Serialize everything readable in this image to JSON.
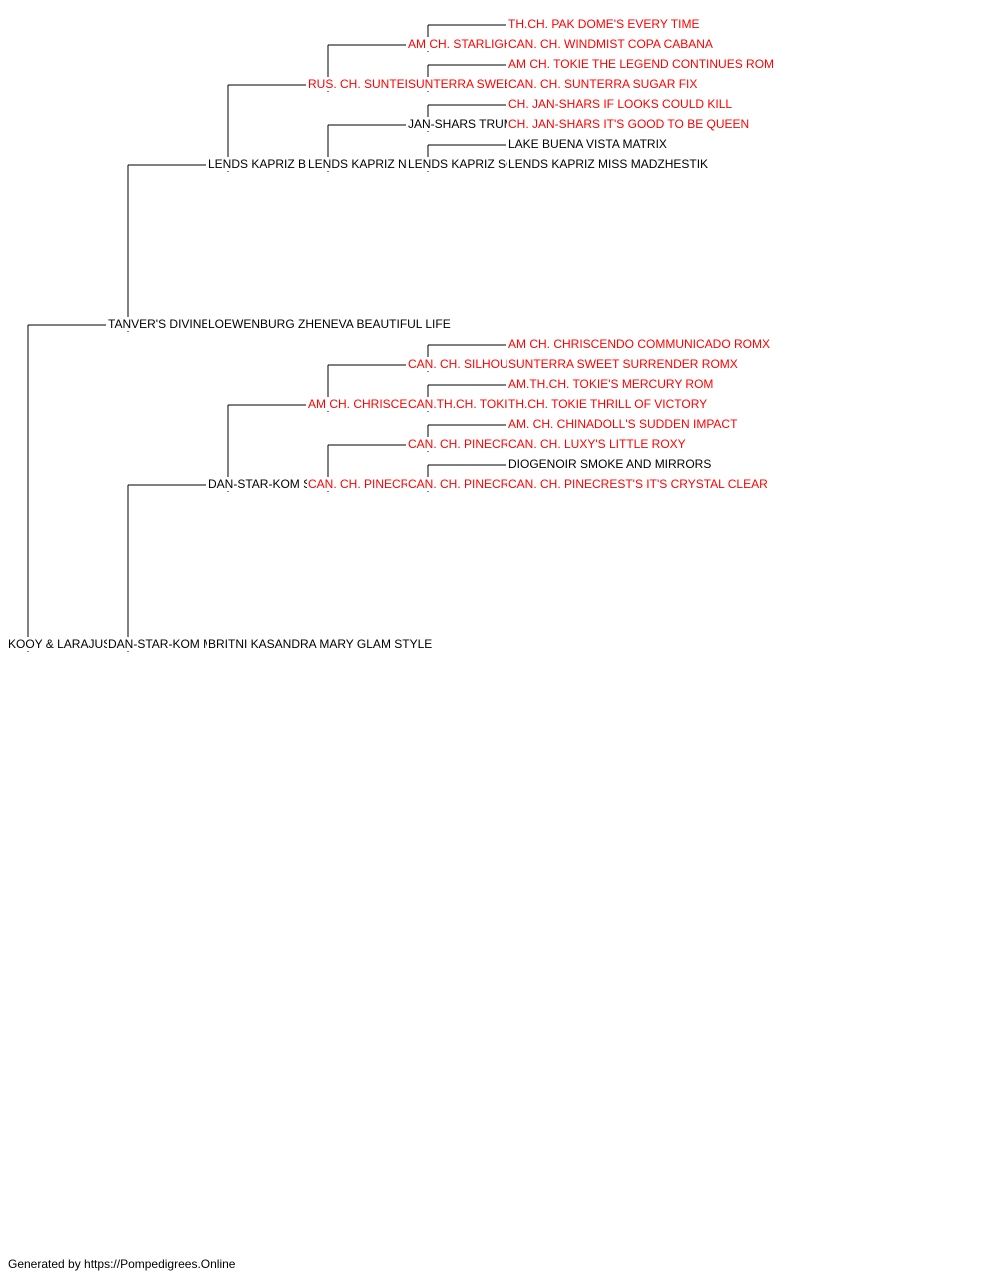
{
  "colors": {
    "titled": "#ff0000",
    "plain": "#000000",
    "line": "#000000"
  },
  "pedigree": {
    "name": "KOOY & LARAJUS ELEKTRA NINJA ASSASSIN",
    "titled": false,
    "sire": {
      "name": "TANVER'S DIVINE PROTECTION",
      "titled": false,
      "sire": {
        "name": "LENDS KAPRIZ BREND OF MY KENNEL",
        "titled": false,
        "sire": {
          "name": "RUS. CH. SUNTERRA SWEET DREAM",
          "titled": true,
          "sire": {
            "name": "AM CH. STARLIGHT'S FUN TIMES ROM",
            "titled": true,
            "sire": {
              "name": "TH.CH. PAK DOME'S EVERY TIME",
              "titled": true
            },
            "dam": {
              "name": "CAN. CH. WINDMIST COPA CABANA",
              "titled": true
            }
          },
          "dam": {
            "name": "SUNTERRA SWEET SURRENDER ROMX",
            "titled": true,
            "sire": {
              "name": "AM CH. TOKIE THE LEGEND CONTINUES ROM",
              "titled": true
            },
            "dam": {
              "name": "CAN. CH. SUNTERRA SUGAR FIX",
              "titled": true
            }
          }
        },
        "dam": {
          "name": "LENDS KAPRIZ NATALI",
          "titled": false,
          "sire": {
            "name": "JAN-SHARS TRUMP CARD",
            "titled": false,
            "sire": {
              "name": "CH. JAN-SHARS IF LOOKS COULD KILL",
              "titled": true
            },
            "dam": {
              "name": "CH. JAN-SHARS IT'S GOOD TO BE QUEEN",
              "titled": true
            }
          },
          "dam": {
            "name": "LENDS KAPRIZ SONATA",
            "titled": false,
            "sire": {
              "name": "LAKE BUENA VISTA MATRIX",
              "titled": false
            },
            "dam": {
              "name": "LENDS KAPRIZ MISS MADZHESTIK",
              "titled": false
            }
          }
        }
      },
      "dam": {
        "name": "LOEWENBURG ZHENEVA BEAUTIFUL LIFE",
        "titled": false
      }
    },
    "dam": {
      "name": "DAN-STAR-KOM MELANI STYLE LADY",
      "titled": false,
      "sire": {
        "name": "DAN-STAR-KOM SHARMING BEST BOY",
        "titled": false,
        "sire": {
          "name": "AM CH. CHRISCENDO CANDID SHOT",
          "titled": true,
          "sire": {
            "name": "CAN. CH. SILHOUETTE SAY IT RIGHT",
            "titled": true,
            "sire": {
              "name": "AM CH. CHRISCENDO COMMUNICADO ROMX",
              "titled": true
            },
            "dam": {
              "name": "SUNTERRA SWEET SURRENDER ROMX",
              "titled": true
            }
          },
          "dam": {
            "name": "CAN.TH.CH. TOKIE TAKE IT TO THE LIMIT",
            "titled": true,
            "sire": {
              "name": "AM.TH.CH. TOKIE'S MERCURY ROM",
              "titled": true
            },
            "dam": {
              "name": "TH.CH. TOKIE THRILL OF VICTORY",
              "titled": true
            }
          }
        },
        "dam": {
          "name": "CAN. CH. PINECREST'S LITTLE MISS SUNSHINE",
          "titled": true,
          "sire": {
            "name": "CAN. CH. PINECREST'S OSTENTACIOUS",
            "titled": true,
            "sire": {
              "name": "AM. CH. CHINADOLL'S SUDDEN IMPACT",
              "titled": true
            },
            "dam": {
              "name": "CAN. CH. LUXY'S LITTLE ROXY",
              "titled": true
            }
          },
          "dam": {
            "name": "CAN. CH. PINECREST'S SHIMMER",
            "titled": true,
            "sire": {
              "name": "DIOGENOIR SMOKE AND MIRRORS",
              "titled": false
            },
            "dam": {
              "name": "CAN. CH. PINECREST'S IT'S CRYSTAL CLEAR",
              "titled": true
            }
          }
        }
      },
      "dam": {
        "name": "BRITNI KASANDRA MARY GLAM STYLE",
        "titled": false
      }
    }
  },
  "footer": {
    "text": "Generated by https://Pompedigrees.Online"
  }
}
